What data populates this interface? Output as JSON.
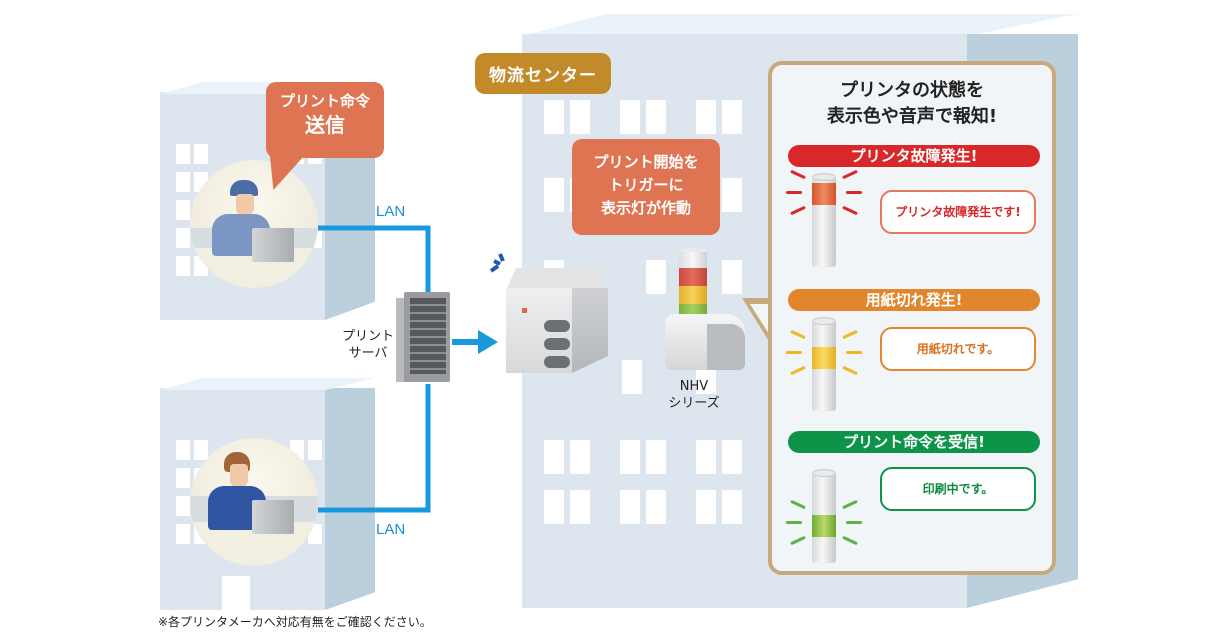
{
  "diagram": {
    "sender_callout": {
      "line1": "プリント命令",
      "line2": "送信"
    },
    "lan_labels": [
      "LAN",
      "LAN"
    ],
    "print_server_label": {
      "line1": "プリント",
      "line2": "サーバ"
    },
    "logistics_center_tag": "物流センター",
    "trigger_callout": {
      "lines": [
        "プリント開始を",
        "トリガーに",
        "表示灯が作動"
      ]
    },
    "device_label": {
      "line1": "NHV",
      "line2": "シリーズ"
    },
    "panel": {
      "title_line1": "プリンタの状態を",
      "title_line2": "表示色や音声で報知!",
      "states": [
        {
          "heading": "プリンタ故障発生!",
          "message": "プリンタ故障発生です!",
          "color": "#d9282a",
          "bubble_border": "#e5795e",
          "text_color": "#d9282a",
          "lit_tier": "red",
          "lit_color": "#e06a3e"
        },
        {
          "heading": "用紙切れ発生!",
          "message": "用紙切れです。",
          "color": "#e2862e",
          "bubble_border": "#e2862e",
          "text_color": "#d9711f",
          "lit_tier": "yellow",
          "lit_color": "#f2c22a"
        },
        {
          "heading": "プリント命令を受信!",
          "message": "印刷中です。",
          "color": "#0e9448",
          "bubble_border": "#0e9448",
          "text_color": "#0e8a40",
          "lit_tier": "green",
          "lit_color": "#8cc63e"
        }
      ]
    },
    "footnote": "※各プリンタメーカへ対応有無をご確認ください。",
    "colors": {
      "lan_line": "#1a98dc",
      "callout": "#de7452",
      "center_tag": "#c38a2a",
      "panel_border": "#c6aa7e"
    }
  }
}
